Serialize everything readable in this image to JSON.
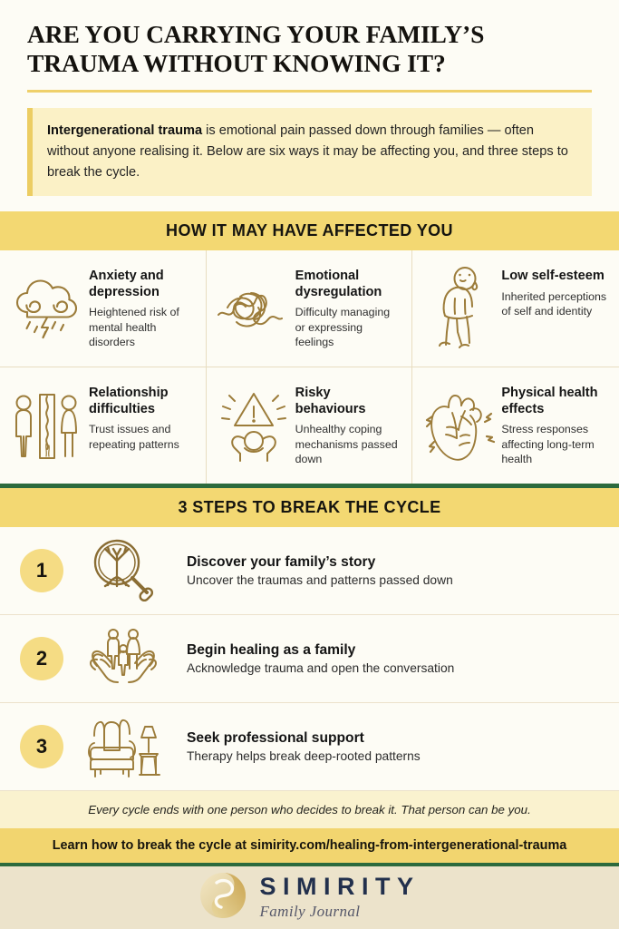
{
  "header": {
    "title": "ARE YOU CARRYING YOUR FAMILY’S TRAUMA WITHOUT KNOWING IT?",
    "intro_lead": "Intergenerational trauma",
    "intro_rest": " is emotional pain passed down through families — often without anyone realising it. Below are six ways it may be affecting you, and three steps to break the cycle."
  },
  "section_effects": {
    "band_label": "HOW IT MAY HAVE AFFECTED YOU",
    "items": [
      {
        "icon": "storm-cloud-icon",
        "title": "Anxiety and depression",
        "desc": "Heightened risk of mental health disorders"
      },
      {
        "icon": "tangled-knot-icon",
        "title": "Emotional dysregulation",
        "desc": "Difficulty managing or expressing feelings"
      },
      {
        "icon": "slumped-person-icon",
        "title": "Low self-esteem",
        "desc": "Inherited perceptions of self and identity"
      },
      {
        "icon": "divided-couple-icon",
        "title": "Relationship difficulties",
        "desc": "Trust issues and repeating patterns"
      },
      {
        "icon": "warning-triangle-icon",
        "title": "Risky behaviours",
        "desc": "Unhealthy coping mechanisms passed down"
      },
      {
        "icon": "anatomical-heart-icon",
        "title": "Physical health effects",
        "desc": "Stress responses affecting long-term health"
      }
    ]
  },
  "section_steps": {
    "band_label": "3 STEPS TO BREAK THE CYCLE",
    "items": [
      {
        "number": "1",
        "icon": "magnifier-family-tree-icon",
        "title": "Discover your family’s story",
        "desc": "Uncover the traumas and patterns passed down"
      },
      {
        "number": "2",
        "icon": "cupped-hands-family-icon",
        "title": "Begin healing as a family",
        "desc": "Acknowledge trauma and open the conversation"
      },
      {
        "number": "3",
        "icon": "armchair-lamp-icon",
        "title": "Seek professional support",
        "desc": "Therapy helps break deep-rooted patterns"
      }
    ]
  },
  "footer": {
    "quote": "Every cycle ends with one person who decides to break it. That person can be you.",
    "cta": "Learn how to break the cycle at simirity.com/healing-from-intergenerational-trauma",
    "brand_name": "SIMIRITY",
    "brand_tagline": "Family Journal",
    "logo_icon": "simirity-yin-yang-logo"
  },
  "colors": {
    "band_yellow": "#f3d872",
    "pale_yellow": "#fbf1c6",
    "gold_rule": "#efd06a",
    "green": "#2c6a3d",
    "icon_gold": "#9c7c3a",
    "brand_navy": "#22304d",
    "brand_bg": "#ece3cb"
  }
}
